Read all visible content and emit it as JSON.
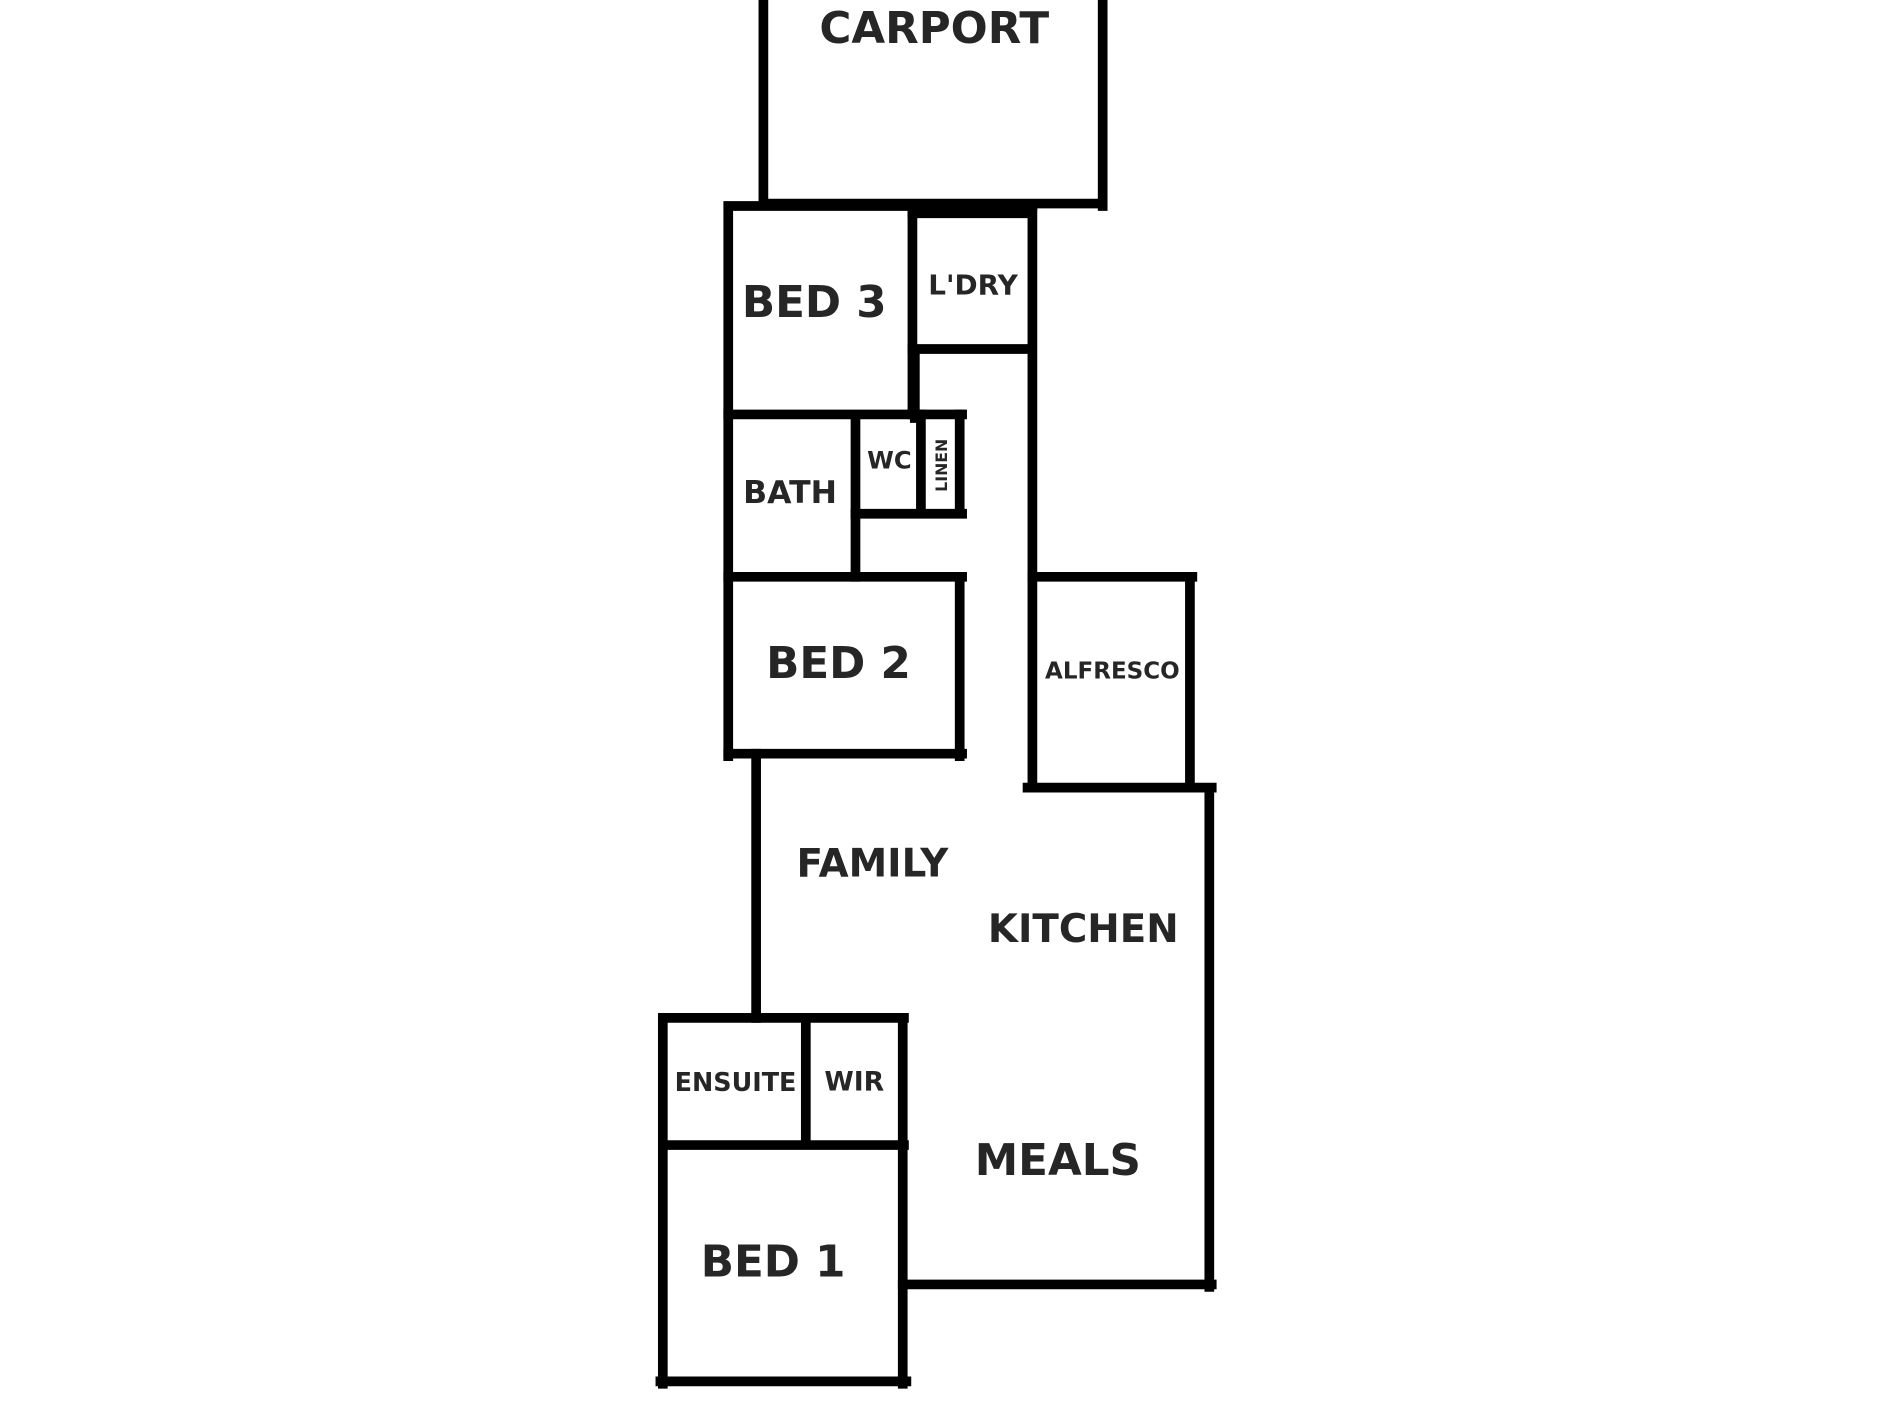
{
  "floorplan": {
    "rooms": {
      "carport": "CARPORT",
      "bed3": "BED 3",
      "laundry": "L'DRY",
      "bath": "BATH",
      "wc": "WC",
      "linen": "LINEN",
      "bed2": "BED 2",
      "alfresco": "ALFRESCO",
      "family": "FAMILY",
      "kitchen": "KITCHEN",
      "ensuite": "ENSUITE",
      "wir": "WIR",
      "meals": "MEALS",
      "bed1": "BED 1"
    },
    "wall_color": "#000000",
    "label_color": "#262626"
  }
}
